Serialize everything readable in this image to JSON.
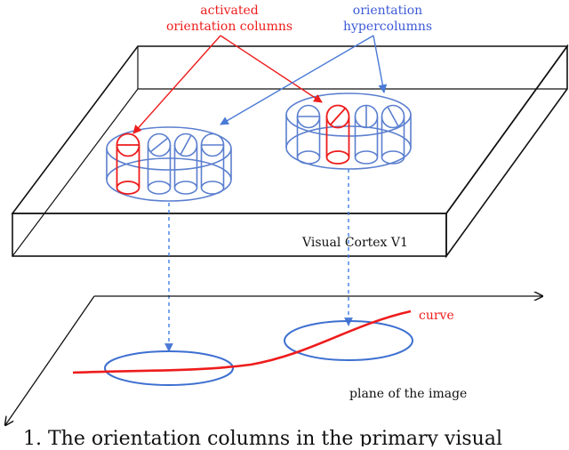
{
  "labels": {
    "activated_line1": "activated",
    "activated_line2": "orientation columns",
    "hyper_line1": "orientation",
    "hyper_line2": "hypercolumns",
    "cortex": "Visual Cortex V1",
    "curve": "curve",
    "plane": "plane of the image",
    "caption": "1. The orientation columns in the primary visual"
  },
  "colors": {
    "red": "#ee1c1c",
    "blue": "#3d6fd0",
    "cylinder_blue": "#5b7fcf",
    "arrow_blue": "#3f7fe6",
    "black": "#111111"
  }
}
